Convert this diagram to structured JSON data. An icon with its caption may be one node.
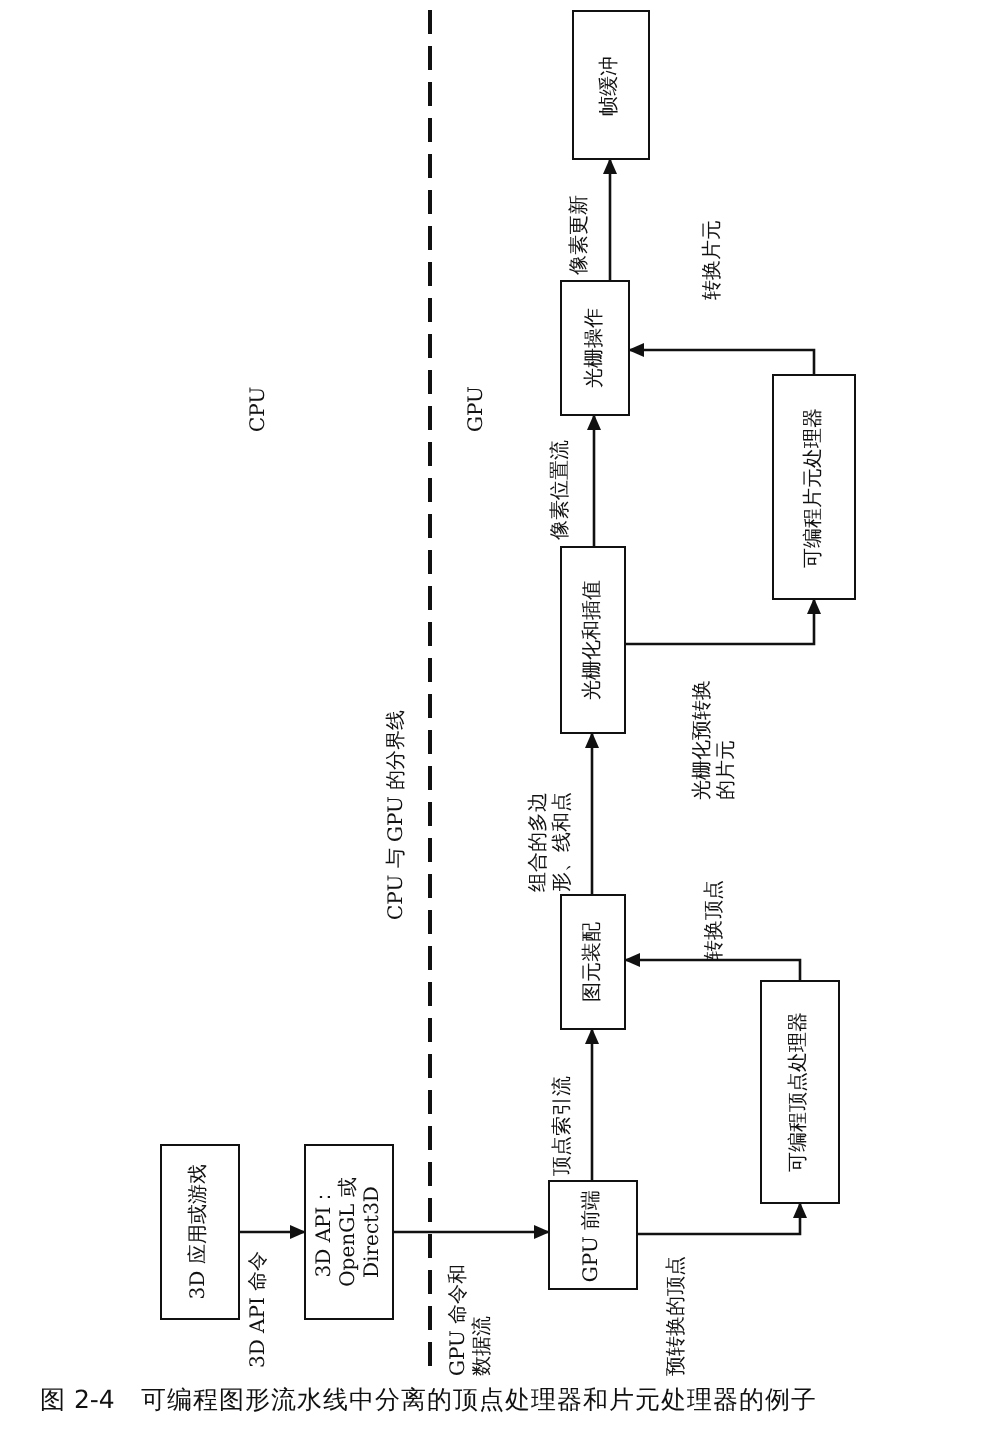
{
  "diagram": {
    "caption": "图 2-4　可编程图形流水线中分离的顶点处理器和片元处理器的例子",
    "nodes": [
      {
        "text": [
          "3D 应用或游戏"
        ]
      },
      {
        "text": [
          "3D API：OpenGL 或 Direct3D"
        ]
      },
      {
        "text": [
          "GPU 前端"
        ]
      },
      {
        "text": [
          "可编程顶点处理器"
        ]
      },
      {
        "text": [
          "图元装配"
        ]
      },
      {
        "text": [
          "光栅化和插值"
        ]
      },
      {
        "text": [
          "可编程片元处理器"
        ]
      },
      {
        "text": [
          "光栅操作"
        ]
      },
      {
        "text": [
          "帧缓冲"
        ]
      }
    ],
    "edges": [
      {
        "from": 0,
        "to": 1,
        "arrow": "to",
        "label": "3D API 命令"
      },
      {
        "from": 1,
        "to": 2,
        "arrow": "to",
        "label": "GPU 命令和数据流"
      },
      {
        "from": 2,
        "to": 4,
        "arrow": "to",
        "label": "顶点索引流"
      },
      {
        "from": 2,
        "to": 3,
        "arrow": "to",
        "label": "预转换的顶点"
      },
      {
        "from": 3,
        "to": 4,
        "arrow": "to",
        "label": "转换顶点"
      },
      {
        "from": 4,
        "to": 5,
        "arrow": "to",
        "label": "组合的多边形、线和点"
      },
      {
        "from": 5,
        "to": 6,
        "arrow": "to",
        "label": "光栅化预转换的片元"
      },
      {
        "from": 6,
        "to": 7,
        "arrow": "to",
        "label": "转换片元"
      },
      {
        "from": 5,
        "to": 7,
        "arrow": "to",
        "label": "像素位置流"
      },
      {
        "from": 7,
        "to": 8,
        "arrow": "to",
        "label": "像素更新"
      }
    ],
    "labels": [
      "CPU",
      "GPU",
      "CPU 与 GPU 的分界线"
    ]
  }
}
